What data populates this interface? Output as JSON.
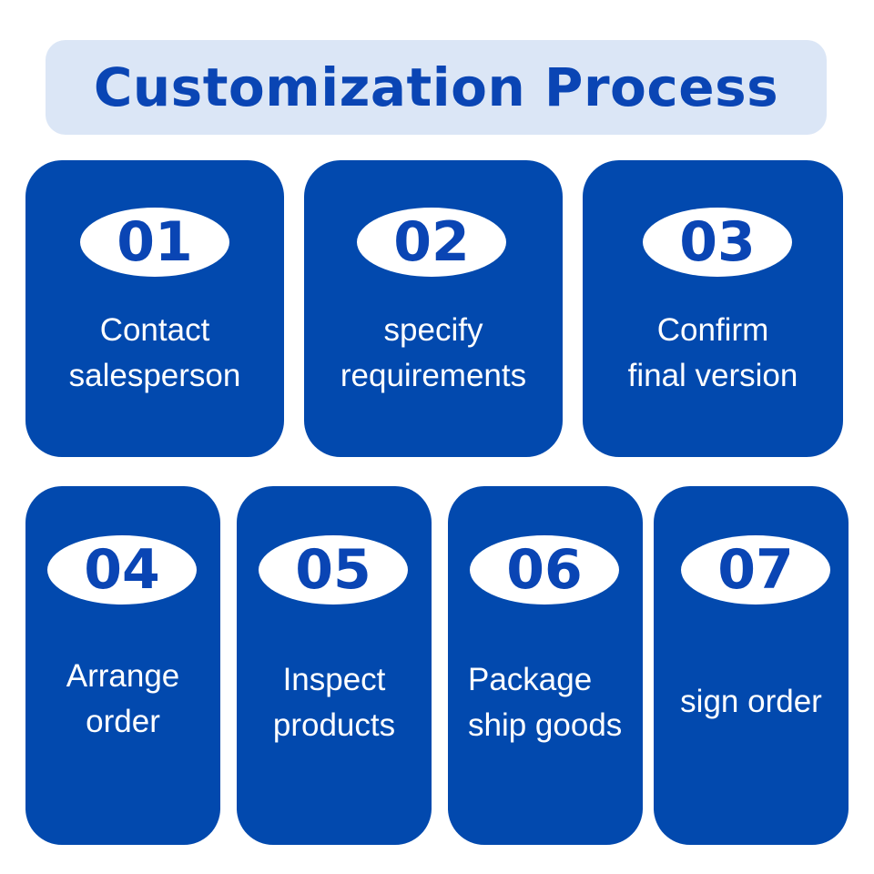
{
  "title": "Customization Process",
  "colors": {
    "card_fill": "#0249ae",
    "title_bg": "#dbe6f6",
    "title_text": "#0a45b4",
    "badge_fill": "#ffffff",
    "label_text": "#ffffff"
  },
  "steps": [
    {
      "number": "01",
      "line1": "Contact",
      "line2": "salesperson"
    },
    {
      "number": "02",
      "line1": "specify",
      "line2": "requirements"
    },
    {
      "number": "03",
      "line1": "Confirm",
      "line2": "final version"
    },
    {
      "number": "04",
      "line1": "Arrange",
      "line2": "order"
    },
    {
      "number": "05",
      "line1": "Inspect",
      "line2": "products"
    },
    {
      "number": "06",
      "line1": "Package",
      "line2": "ship goods"
    },
    {
      "number": "07",
      "line1": "sign order",
      "line2": ""
    }
  ]
}
